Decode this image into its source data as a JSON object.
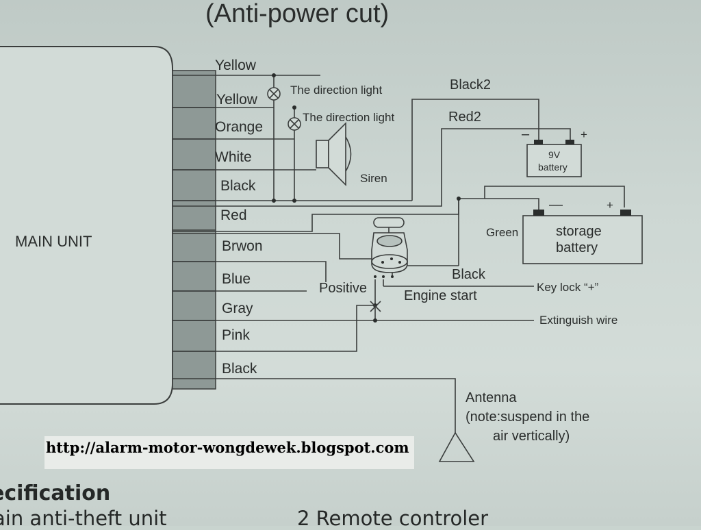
{
  "title": "(Anti-power cut)",
  "main_unit": "MAIN UNIT",
  "wires": [
    "Yellow",
    "Yellow",
    "Orange",
    "White",
    "Black",
    "Red",
    "Brwon",
    "Blue",
    "Gray",
    "Pink",
    "Black"
  ],
  "direction_light_1": "The direction light",
  "direction_light_2": "The direction light",
  "siren": "Siren",
  "black2": "Black2",
  "red2": "Red2",
  "battery_9v": {
    "line1": "9V",
    "line2": "battery",
    "minus": "–",
    "plus": "+"
  },
  "storage_battery": {
    "line1": "storage",
    "line2": "battery",
    "minus": "—",
    "plus": "+"
  },
  "green": "Green",
  "black_key": "Black",
  "positive": "Positive",
  "engine_start": "Engine start",
  "key_lock": "Key lock “+”",
  "extinguish": "Extinguish wire",
  "antenna": {
    "line1": "Antenna",
    "line2": "(note:suspend in the",
    "line3": "air vertically)"
  },
  "url": "http://alarm-motor-wongdewek.blogspot.com",
  "spec_heading": "ecification",
  "list_item_1": "ain anti-theft unit",
  "list_item_2": "2 Remote controler"
}
